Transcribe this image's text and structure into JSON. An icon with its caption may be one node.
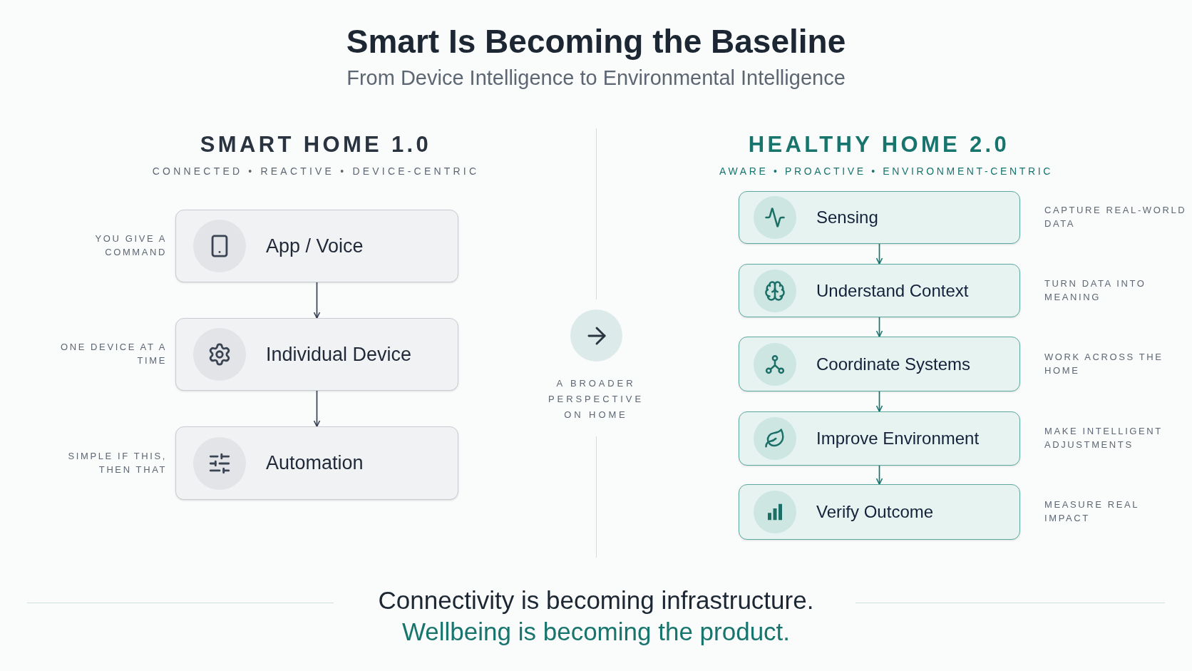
{
  "diagram": {
    "title": "Smart Is Becoming the Baseline",
    "nodes": [
      {
        "text": [
          "App / Voice"
        ],
        "beside": [
          "YOU GIVE A COMMAND"
        ]
      },
      {
        "text": [
          "Individual Device"
        ],
        "beside": [
          "ONE DEVICE AT A TIME"
        ]
      },
      {
        "text": [
          "Automation"
        ],
        "beside": [
          "SIMPLE IF THIS, THEN THAT"
        ]
      },
      {
        "text": [
          "Sensing"
        ],
        "beside": [
          "CAPTURE REAL-WORLD DATA"
        ]
      },
      {
        "text": [
          "Understand Context"
        ],
        "beside": [
          "TURN DATA INTO MEANING"
        ]
      },
      {
        "text": [
          "Coordinate Systems"
        ],
        "beside": [
          "WORK ACROSS THE HOME"
        ]
      },
      {
        "text": [
          "Improve Environment"
        ],
        "beside": [
          "MAKE INTELLIGENT ADJUSTMENTS"
        ]
      },
      {
        "text": [
          "Verify Outcome"
        ],
        "beside": [
          "MEASURE REAL IMPACT"
        ]
      }
    ],
    "edges": [
      {
        "from": 0,
        "to": 1,
        "arrow": "to",
        "color": "#374151"
      },
      {
        "from": 1,
        "to": 2,
        "arrow": "to",
        "color": "#374151"
      },
      {
        "from": 3,
        "to": 4,
        "arrow": "to"
      },
      {
        "from": 4,
        "to": 5,
        "arrow": "to"
      },
      {
        "from": 5,
        "to": 6,
        "arrow": "to"
      },
      {
        "from": 6,
        "to": 7,
        "arrow": "to"
      }
    ],
    "labels": [
      "From Device Intelligence to Environmental Intelligence",
      "SMART HOME 1.0",
      "CONNECTED • REACTIVE • DEVICE-CENTRIC",
      "HEALTHY HOME 2.0",
      "AWARE • PROACTIVE • ENVIRONMENT-CENTRIC",
      "A BROADER PERSPECTIVE ON HOME",
      "Connectivity is becoming infrastructure.",
      "Wellbeing is becoming the product."
    ]
  }
}
